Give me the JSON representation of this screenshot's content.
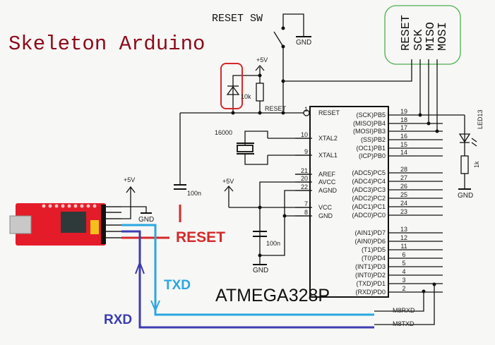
{
  "title": "Skeleton Arduino",
  "colors": {
    "title": "#8b0a1a",
    "reset_wire": "#d42a2a",
    "txd_wire": "#2aa7df",
    "rxd_wire": "#3c3cb0",
    "isp_box": "#4caf50",
    "highlight": "#d42a2a"
  },
  "reset_switch_label": "RESET SW",
  "gnd_label": "GND",
  "vcc_label": "+5V",
  "resistor_10k": "10k",
  "resistor_1k": "1k",
  "cap_reset": "100n",
  "cap_vcc": "100n",
  "crystal": "16000",
  "reset_net": "RESET",
  "led_label": "LED13",
  "isp_header": [
    "RESET",
    "SCK",
    "MISO",
    "MOSI"
  ],
  "chip": {
    "name": "ATMEGA328P",
    "left_pins": [
      {
        "num": "1",
        "name": "RESET"
      },
      {
        "num": "10",
        "name": "XTAL2"
      },
      {
        "num": "9",
        "name": "XTAL1"
      },
      {
        "num": "21",
        "name": "AREF"
      },
      {
        "num": "20",
        "name": "AVCC"
      },
      {
        "num": "22",
        "name": "AGND"
      },
      {
        "num": "7",
        "name": "VCC"
      },
      {
        "num": "8",
        "name": "GND"
      }
    ],
    "right_pins": [
      {
        "num": "19",
        "name": "(SCK)PB5"
      },
      {
        "num": "18",
        "name": "(MISO)PB4"
      },
      {
        "num": "17",
        "name": "(MOSI)PB3"
      },
      {
        "num": "16",
        "name": "(SS)PB2"
      },
      {
        "num": "15",
        "name": "(OC1)PB1"
      },
      {
        "num": "14",
        "name": "(ICP)PB0"
      },
      {
        "num": "28",
        "name": "(ADC5)PC5"
      },
      {
        "num": "27",
        "name": "(ADC4)PC4"
      },
      {
        "num": "26",
        "name": "(ADC3)PC3"
      },
      {
        "num": "25",
        "name": "(ADC2)PC2"
      },
      {
        "num": "24",
        "name": "(ADC1)PC1"
      },
      {
        "num": "23",
        "name": "(ADC0)PC0"
      },
      {
        "num": "13",
        "name": "(AIN1)PD7"
      },
      {
        "num": "12",
        "name": "(AIN0)PD6"
      },
      {
        "num": "11",
        "name": "(T1)PD5"
      },
      {
        "num": "6",
        "name": "(T0)PD4"
      },
      {
        "num": "5",
        "name": "(INT1)PD3"
      },
      {
        "num": "4",
        "name": "(INT0)PD2"
      },
      {
        "num": "3",
        "name": "(TXD)PD1"
      },
      {
        "num": "2",
        "name": "(RXD)PD0"
      }
    ]
  },
  "net_m8rxd": "M8RXD",
  "net_m8txd": "M8TXD",
  "wire_labels": {
    "reset": "RESET",
    "txd": "TXD",
    "rxd": "RXD"
  }
}
